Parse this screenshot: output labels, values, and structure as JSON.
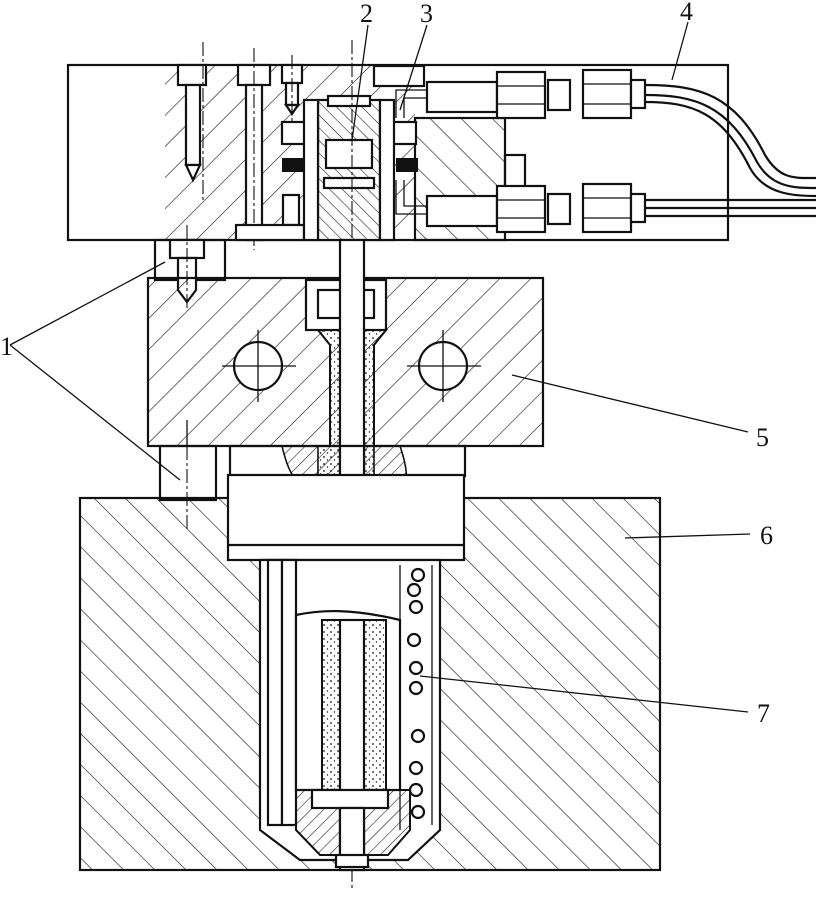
{
  "colors": {
    "ink": "#111111",
    "paper": "#ffffff"
  },
  "callouts": [
    {
      "id": "1",
      "text": "1"
    },
    {
      "id": "2",
      "text": "2"
    },
    {
      "id": "3",
      "text": "3"
    },
    {
      "id": "4",
      "text": "4"
    },
    {
      "id": "5",
      "text": "5"
    },
    {
      "id": "6",
      "text": "6"
    },
    {
      "id": "7",
      "text": "7"
    }
  ]
}
